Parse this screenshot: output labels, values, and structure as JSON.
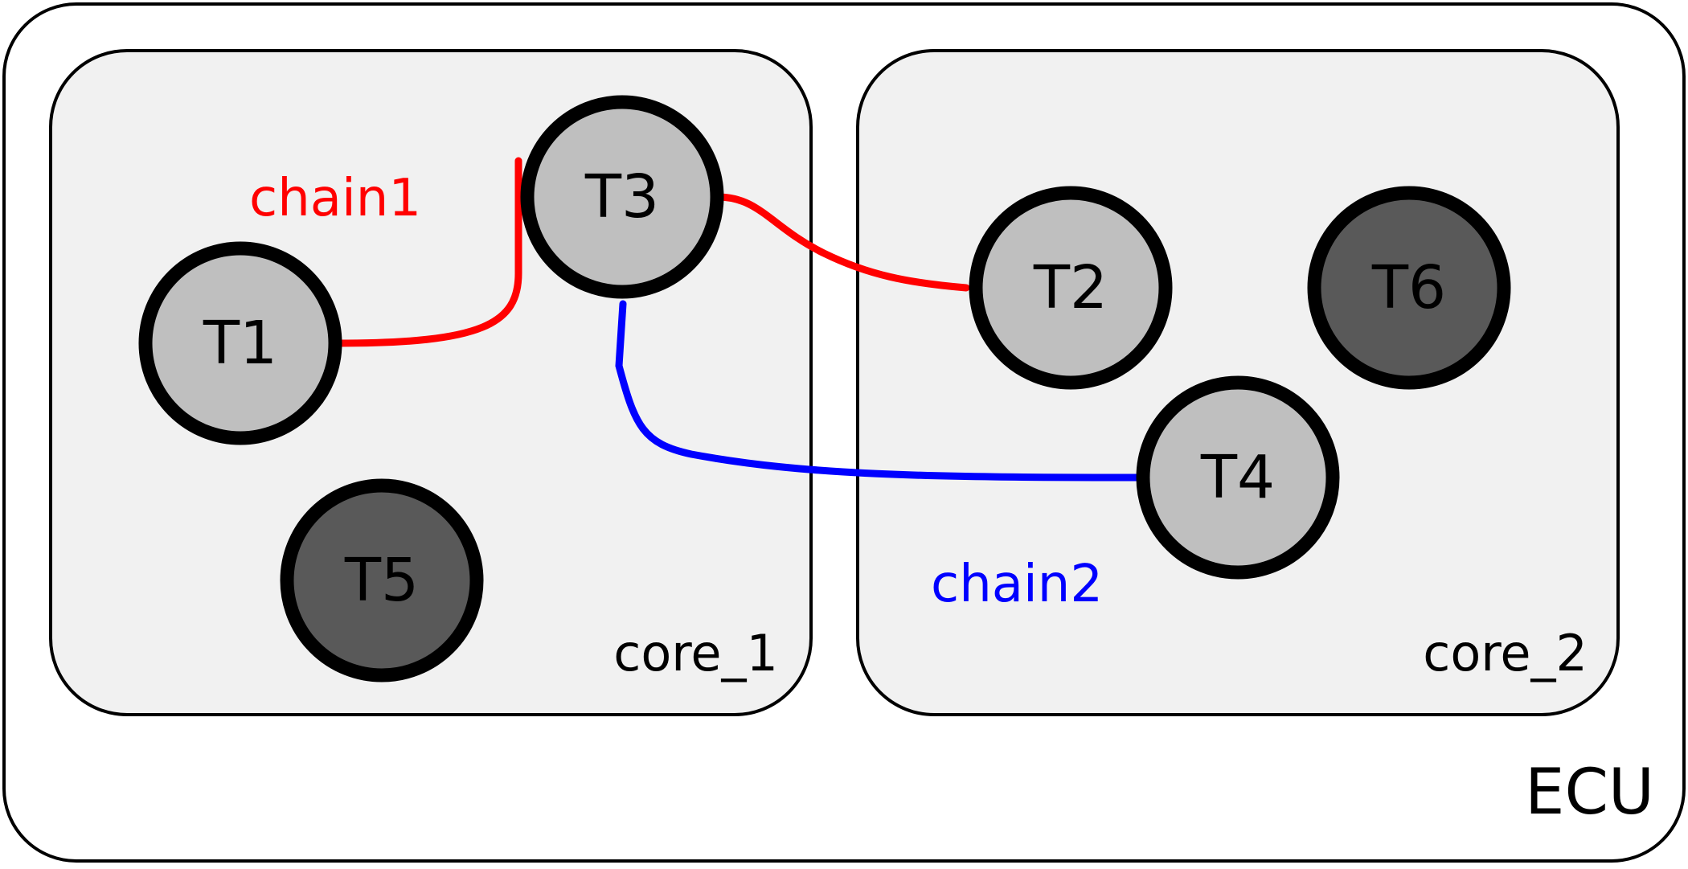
{
  "colors": {
    "task_active": "#bfbfbf",
    "task_idle": "#595959",
    "chain1": "#ff0000",
    "chain2": "#0000ff"
  },
  "ecu": {
    "label": "ECU"
  },
  "cores": [
    {
      "id": "core_1",
      "label": "core_1"
    },
    {
      "id": "core_2",
      "label": "core_2"
    }
  ],
  "tasks": [
    {
      "id": "T1",
      "label": "T1",
      "core": "core_1",
      "state": "active"
    },
    {
      "id": "T3",
      "label": "T3",
      "core": "core_1",
      "state": "active"
    },
    {
      "id": "T5",
      "label": "T5",
      "core": "core_1",
      "state": "idle"
    },
    {
      "id": "T2",
      "label": "T2",
      "core": "core_2",
      "state": "active"
    },
    {
      "id": "T6",
      "label": "T6",
      "core": "core_2",
      "state": "idle"
    },
    {
      "id": "T4",
      "label": "T4",
      "core": "core_2",
      "state": "active"
    }
  ],
  "chains": [
    {
      "id": "chain1",
      "label": "chain1",
      "color": "#ff0000",
      "edges": [
        [
          "T1",
          "T3"
        ],
        [
          "T3",
          "T2"
        ]
      ]
    },
    {
      "id": "chain2",
      "label": "chain2",
      "color": "#0000ff",
      "edges": [
        [
          "T4",
          "T3"
        ]
      ]
    }
  ]
}
